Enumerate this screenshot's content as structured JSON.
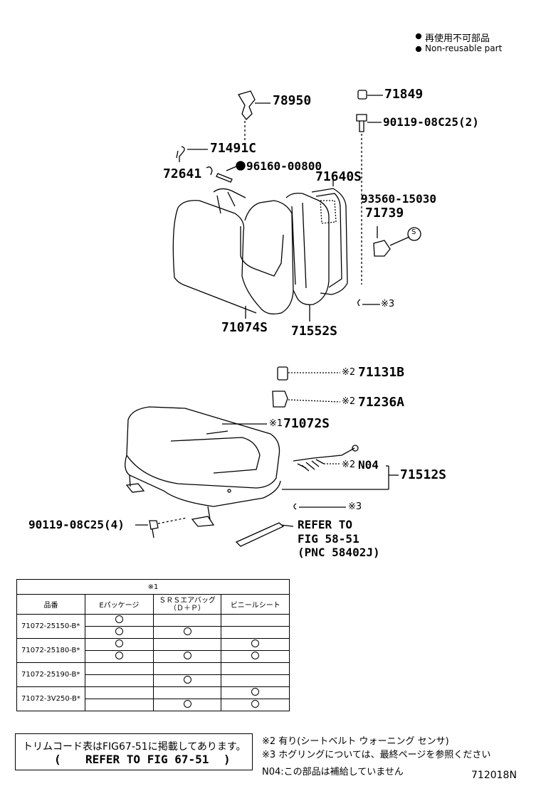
{
  "legend": {
    "ja": "再使用不可部品",
    "en": "Non-reusable part"
  },
  "parts": {
    "p78950": "78950",
    "p71849": "71849",
    "p90119_2": "90119-08C25(2)",
    "p71491C": "71491C",
    "p96160": "96160-00800",
    "p72641": "72641",
    "p71640S": "71640S",
    "p93560": "93560-15030",
    "p71739": "71739",
    "p71074S": "71074S",
    "p71552S": "71552S",
    "p71131B": "71131B",
    "p71236A": "71236A",
    "p71072S": "71072S",
    "pN04": "N04",
    "p71512S": "71512S",
    "p90119_4": "90119-08C25(4)"
  },
  "marks": {
    "m3_upper": "※3",
    "m2_a": "※2",
    "m2_b": "※2",
    "m1": "※1",
    "m2_c": "※2",
    "m3_lower": "※3",
    "s_circle": "S"
  },
  "refer": {
    "line1": "REFER TO",
    "line2": "FIG 58-51",
    "line3": "(PNC 58402J)"
  },
  "table": {
    "title": "※1",
    "headers": [
      "品番",
      "Eパッケージ",
      "ＳＲＳエアバッグ\n（Ｄ＋Ｐ）",
      "ビニールシート"
    ],
    "rows": [
      {
        "name": "71072-25150-B*",
        "sub": [
          [
            true,
            false,
            false
          ],
          [
            true,
            true,
            false
          ]
        ]
      },
      {
        "name": "71072-25180-B*",
        "sub": [
          [
            true,
            false,
            true
          ],
          [
            true,
            true,
            true
          ]
        ]
      },
      {
        "name": "71072-25190-B*",
        "sub": [
          [
            false,
            false,
            false
          ],
          [
            false,
            true,
            false
          ]
        ]
      },
      {
        "name": "71072-3V250-B*",
        "sub": [
          [
            false,
            false,
            true
          ],
          [
            false,
            true,
            true
          ]
        ]
      }
    ]
  },
  "trim_box": {
    "line1": "トリムコード表はFIG67-51に掲載してあります。",
    "line2_open": "(",
    "line2_text": "REFER TO FIG 67-51",
    "line2_close": ")"
  },
  "footnotes": {
    "n2": "※2  有り(シートベルト ウォーニング センサ)",
    "n3": "※3  ホグリングについては、最終ページを参照ください",
    "n04": "N04:この部品は補給していません"
  },
  "figure_id": "712018N"
}
